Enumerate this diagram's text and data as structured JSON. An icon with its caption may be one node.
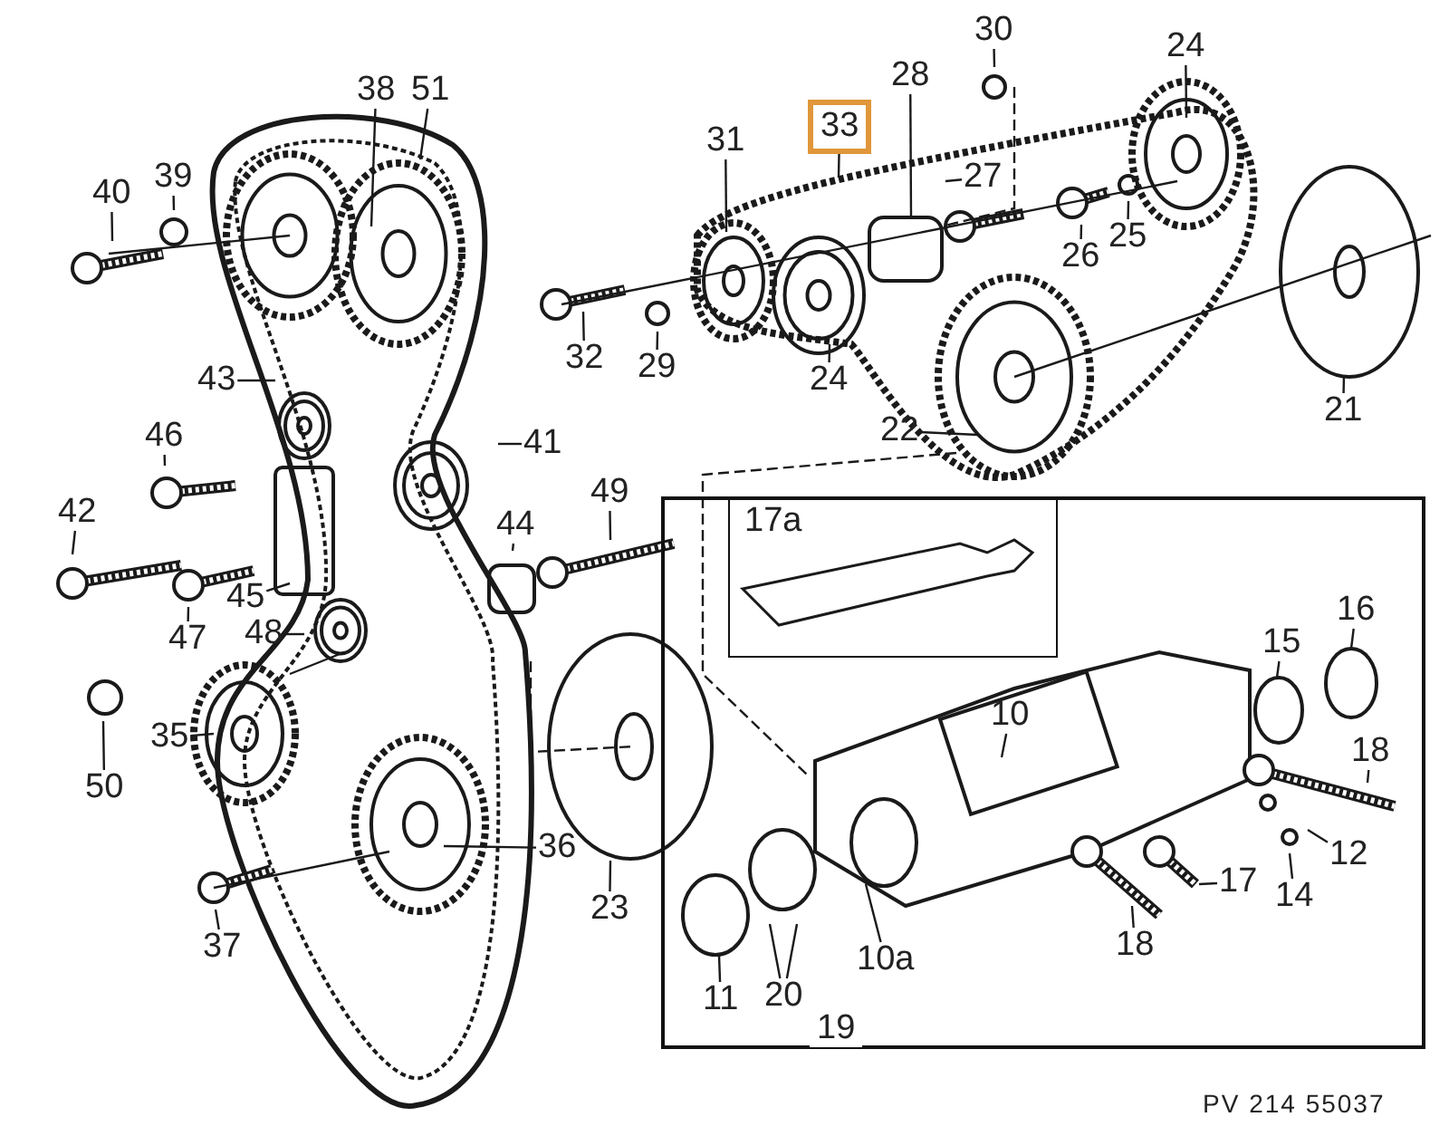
{
  "diagram": {
    "nodes": [
      {
        "text": [
          "51"
        ]
      },
      {
        "text": [
          "38"
        ]
      },
      {
        "text": [
          "40"
        ]
      },
      {
        "text": [
          "39"
        ]
      },
      {
        "text": [
          "30"
        ]
      },
      {
        "text": [
          "24"
        ]
      },
      {
        "text": [
          "33"
        ]
      },
      {
        "text": [
          "28"
        ]
      },
      {
        "text": [
          "31"
        ]
      },
      {
        "text": [
          "27"
        ]
      },
      {
        "text": [
          "26"
        ]
      },
      {
        "text": [
          "25"
        ]
      },
      {
        "text": [
          "32"
        ]
      },
      {
        "text": [
          "29"
        ]
      },
      {
        "text": [
          "24"
        ]
      },
      {
        "text": [
          "22"
        ]
      },
      {
        "text": [
          "21"
        ]
      },
      {
        "text": [
          "43"
        ]
      },
      {
        "text": [
          "41"
        ]
      },
      {
        "text": [
          "46"
        ]
      },
      {
        "text": [
          "49"
        ]
      },
      {
        "text": [
          "42"
        ]
      },
      {
        "text": [
          "44"
        ]
      },
      {
        "text": [
          "45"
        ]
      },
      {
        "text": [
          "47"
        ]
      },
      {
        "text": [
          "48"
        ]
      },
      {
        "text": [
          "35"
        ]
      },
      {
        "text": [
          "50"
        ]
      },
      {
        "text": [
          "36"
        ]
      },
      {
        "text": [
          "37"
        ]
      },
      {
        "text": [
          "23"
        ]
      },
      {
        "text": [
          "19"
        ]
      },
      {
        "text": [
          "17a"
        ],
        "in": 31
      },
      {
        "text": [
          "10"
        ],
        "in": 31
      },
      {
        "text": [
          "16"
        ],
        "in": 31
      },
      {
        "text": [
          "15"
        ],
        "in": 31
      },
      {
        "text": [
          "18"
        ],
        "in": 31
      },
      {
        "text": [
          "12"
        ],
        "in": 31
      },
      {
        "text": [
          "14"
        ],
        "in": 31
      },
      {
        "text": [
          "17"
        ],
        "in": 31
      },
      {
        "text": [
          "18"
        ],
        "in": 31
      },
      {
        "text": [
          "10a"
        ],
        "in": 31
      },
      {
        "text": [
          "11"
        ],
        "in": 31
      },
      {
        "text": [
          "20"
        ],
        "in": 31
      }
    ],
    "edges": [
      {
        "from": 0,
        "to": null,
        "arrow": "none"
      },
      {
        "from": 1,
        "to": null,
        "arrow": "none"
      },
      {
        "from": 2,
        "to": null,
        "arrow": "none"
      },
      {
        "from": 3,
        "to": null,
        "arrow": "none"
      },
      {
        "from": 4,
        "to": null,
        "arrow": "none"
      },
      {
        "from": 5,
        "to": null,
        "arrow": "none"
      },
      {
        "from": 6,
        "to": null,
        "arrow": "none"
      },
      {
        "from": 7,
        "to": null,
        "arrow": "none"
      },
      {
        "from": 8,
        "to": null,
        "arrow": "none"
      },
      {
        "from": 9,
        "to": null,
        "arrow": "none"
      },
      {
        "from": 10,
        "to": null,
        "arrow": "none"
      },
      {
        "from": 11,
        "to": null,
        "arrow": "none"
      },
      {
        "from": 12,
        "to": null,
        "arrow": "none"
      },
      {
        "from": 13,
        "to": null,
        "arrow": "none"
      },
      {
        "from": 14,
        "to": null,
        "arrow": "none"
      },
      {
        "from": 15,
        "to": null,
        "arrow": "none"
      },
      {
        "from": 16,
        "to": null,
        "arrow": "none"
      },
      {
        "from": 17,
        "to": null,
        "arrow": "none"
      },
      {
        "from": 18,
        "to": null,
        "arrow": "none"
      },
      {
        "from": 19,
        "to": null,
        "arrow": "none"
      },
      {
        "from": 20,
        "to": null,
        "arrow": "none"
      },
      {
        "from": 21,
        "to": null,
        "arrow": "none"
      },
      {
        "from": 22,
        "to": null,
        "arrow": "none"
      },
      {
        "from": 23,
        "to": null,
        "arrow": "none"
      },
      {
        "from": 24,
        "to": null,
        "arrow": "none"
      },
      {
        "from": 25,
        "to": null,
        "arrow": "none"
      },
      {
        "from": 26,
        "to": null,
        "arrow": "none"
      },
      {
        "from": 27,
        "to": null,
        "arrow": "none"
      },
      {
        "from": 28,
        "to": null,
        "arrow": "none"
      },
      {
        "from": 29,
        "to": null,
        "arrow": "none"
      },
      {
        "from": 30,
        "to": null,
        "arrow": "none"
      },
      {
        "from": 33,
        "to": null,
        "arrow": "none"
      },
      {
        "from": 34,
        "to": null,
        "arrow": "none"
      },
      {
        "from": 35,
        "to": null,
        "arrow": "none"
      },
      {
        "from": 36,
        "to": null,
        "arrow": "none"
      },
      {
        "from": 37,
        "to": null,
        "arrow": "none"
      },
      {
        "from": 38,
        "to": null,
        "arrow": "none"
      },
      {
        "from": 39,
        "to": null,
        "arrow": "none"
      },
      {
        "from": 40,
        "to": null,
        "arrow": "none"
      },
      {
        "from": 41,
        "to": null,
        "arrow": "none"
      },
      {
        "from": 42,
        "to": null,
        "arrow": "none"
      },
      {
        "from": 43,
        "to": null,
        "arrow": "none"
      },
      {
        "from": 43,
        "to": null,
        "arrow": "none"
      }
    ],
    "labels": [
      "PV 214 55037"
    ]
  }
}
